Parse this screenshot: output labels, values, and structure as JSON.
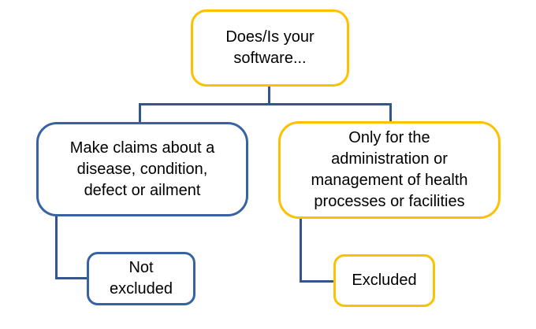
{
  "diagram": {
    "type": "flowchart",
    "question": "Does/Is your\nsoftware...",
    "nodes": {
      "root": {
        "label": "Does/Is your\nsoftware...",
        "border_color": "#FFC000"
      },
      "claims": {
        "label": "Make claims about a\ndisease, condition,\ndefect or ailment",
        "border_color": "#3563A4"
      },
      "admin": {
        "label": "Only for the\nadministration or\nmanagement of health\nprocesses or facilities",
        "border_color": "#FFC000"
      },
      "not_excluded": {
        "label": "Not\nexcluded",
        "border_color": "#3563A4"
      },
      "excluded": {
        "label": "Excluded",
        "border_color": "#FFC000"
      }
    },
    "edges": [
      {
        "from": "root",
        "to": "claims"
      },
      {
        "from": "root",
        "to": "admin"
      },
      {
        "from": "claims",
        "to": "not_excluded"
      },
      {
        "from": "admin",
        "to": "excluded"
      }
    ],
    "colors": {
      "gold_border": "#FFC000",
      "blue_border": "#3563A4",
      "connector_blue": "#34558B",
      "text": "#000000",
      "background": "#ffffff"
    }
  }
}
